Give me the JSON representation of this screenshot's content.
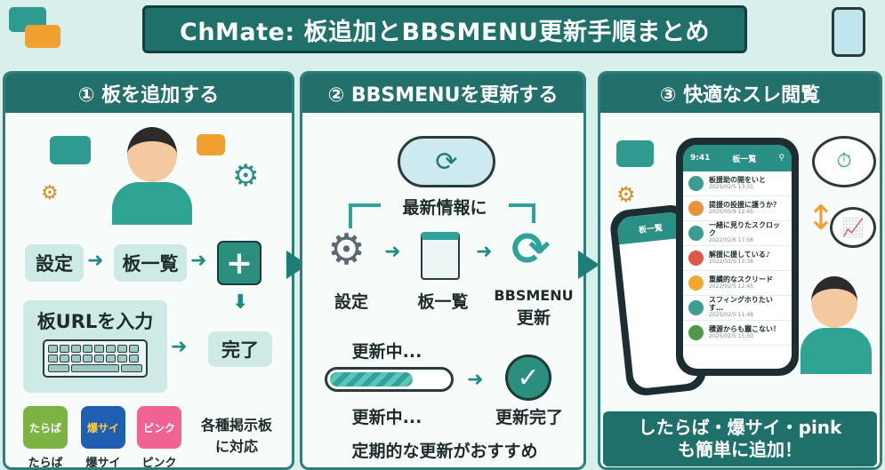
{
  "title": "ChMate: 板追加とBBSMENU更新手順まとめ",
  "panel1": {
    "header": "① 板を追加する",
    "settings": "設定",
    "board_list": "板一覧",
    "plus": "+",
    "enter_url": "板URLを入力",
    "done": "完了",
    "services": [
      {
        "icon_text": "たらば",
        "label": "たらば",
        "color": "#7cb342"
      },
      {
        "icon_text": "爆サイ",
        "label": "爆サイ",
        "color": "#1e5fb3"
      },
      {
        "icon_text": "ピンク",
        "label": "ピンク",
        "color": "#f06292"
      }
    ],
    "support": "各種掲示板\nに対応"
  },
  "panel2": {
    "header": "② BBSMENUを更新する",
    "latest": "最新情報に",
    "settings": "設定",
    "board_list": "板一覧",
    "bbsmenu": "BBSMENU",
    "update": "更新",
    "updating": "更新中...",
    "updating2": "更新中...",
    "progress_percent": 70,
    "update_done": "更新完了",
    "recommend": "定期的な更新がおすすめ"
  },
  "panel3": {
    "header": "③ 快適なスレ閲覧",
    "phone_title": "板一覧",
    "phone_time": "9:41",
    "items": [
      {
        "title": "板援助の開をいと",
        "date": "2025/02/5 13:31",
        "color": "#3a9d8f"
      },
      {
        "title": "提援の投援に護うか？",
        "date": "2025/05/9 12:45",
        "color": "#e8923a"
      },
      {
        "title": "一緒に見りたスクロック",
        "date": "2022/02/6 17:58",
        "color": "#3a9d8f"
      },
      {
        "title": "解援に援している♪",
        "date": "2022/03/5 13:38",
        "color": "#e0574a"
      },
      {
        "title": "重續的なスクリード",
        "date": "2022/02/5 12:45",
        "color": "#f0a830"
      },
      {
        "title": "スフィングホりたいす…",
        "date": "2025/02/5 11:48",
        "color": "#3a9d8f"
      },
      {
        "title": "積源からも麗こない！",
        "date": "2025/02/5 15:50",
        "color": "#4f9a4a"
      }
    ],
    "footer_line1": "したらば・爆サイ・pink",
    "footer_line2": "も簡単に追加！"
  }
}
